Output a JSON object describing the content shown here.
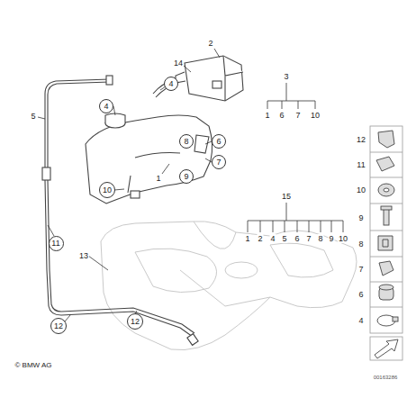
{
  "diagram": {
    "nodes": [
      {
        "text": [
          "4"
        ]
      },
      {
        "text": [
          "4"
        ]
      },
      {
        "text": [
          "6"
        ]
      },
      {
        "text": [
          "7"
        ]
      },
      {
        "text": [
          "8"
        ]
      },
      {
        "text": [
          "9"
        ]
      },
      {
        "text": [
          "10"
        ]
      },
      {
        "text": [
          "11"
        ]
      },
      {
        "text": [
          "12"
        ]
      },
      {
        "text": [
          "12"
        ]
      }
    ],
    "labels": [
      "14",
      "2",
      "3",
      "1",
      "6",
      "7",
      "10",
      "5",
      "1",
      "15",
      "1",
      "2",
      "4",
      "5",
      "6",
      "7",
      "8",
      "9",
      "10",
      "13",
      "12",
      "11",
      "10",
      "9",
      "8",
      "7",
      "6",
      "4",
      "© BMW AG",
      "00163286"
    ]
  }
}
